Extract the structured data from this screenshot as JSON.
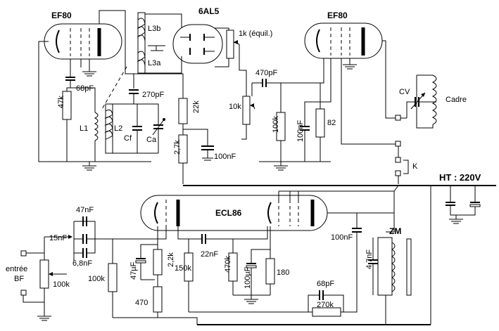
{
  "tubes": {
    "ef80_left": "EF80",
    "al5": "6AL5",
    "ef80_right": "EF80",
    "ecl86": "ECL86"
  },
  "labels": {
    "l3b": "L3b",
    "l3a": "L3a",
    "r_equil": "1k  (équil.)",
    "c68_top": "68pF",
    "r47k": "47k",
    "c270": "270pF",
    "l1": "L1",
    "l2": "L2",
    "cf": "Cf",
    "ca": "Ca",
    "r22k": "22k",
    "r27k": "2,7k",
    "c100n_a": "100nF",
    "c470p": "470pF",
    "r10k": "10k",
    "r100k_a": "100k",
    "c100n_b": "100nF",
    "r82": "82",
    "cv": "CV",
    "cadre": "Cadre",
    "k": "K",
    "ht": "HT : 220V",
    "c47n": "47nF",
    "c15n": "15nF",
    "c68n": "6,8nF",
    "entree": "entrée",
    "bf": "BF",
    "r100k_vol": "100k",
    "r100k_b": "100k",
    "c47u": "47µF",
    "r22k_b": "2,2k",
    "r470": "470",
    "r150k": "150k",
    "c22n": "22nF",
    "r470k": "470k",
    "c100u": "100µF",
    "r180": "180",
    "c68p_b": "68pF",
    "r270k": "270k",
    "c100n_c": "100nF",
    "c47n_b": "4,7nF",
    "zm": "ZM"
  }
}
